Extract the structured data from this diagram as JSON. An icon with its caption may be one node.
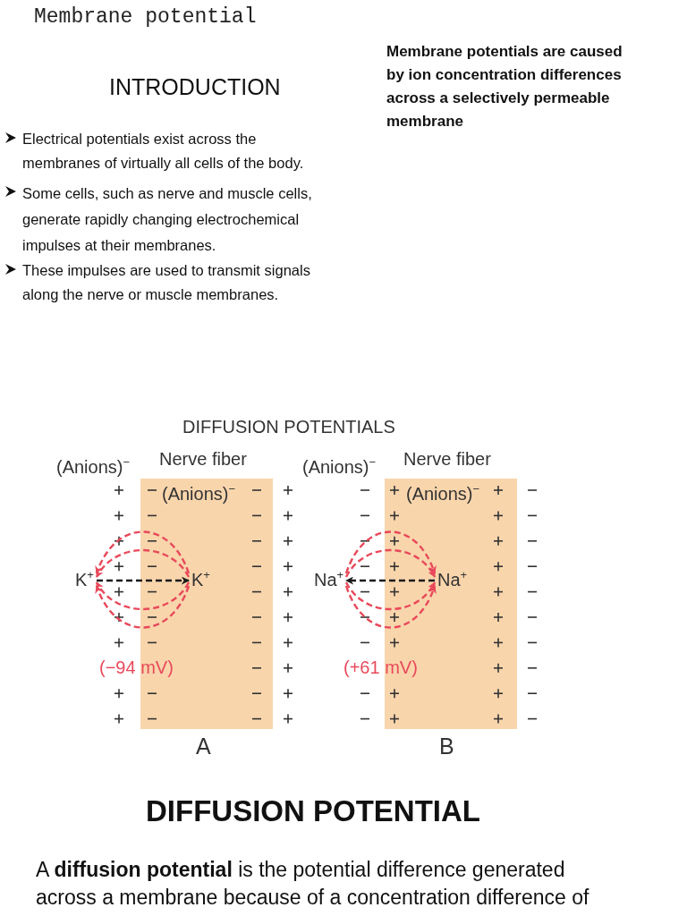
{
  "diagram": {
    "title": "Membrane potential",
    "nodes": [
      {
        "text": [
          "Nerve fiber",
          "(Anions)$^{−}$"
        ]
      },
      {
        "text": [
          "K$^{+}$"
        ]
      },
      {
        "text": [
          "K$^{+}$"
        ],
        "in": 0
      },
      {
        "text": [
          "Nerve fiber",
          "(Anions)$^{−}$"
        ]
      },
      {
        "text": [
          "Na$^{+}$"
        ]
      },
      {
        "text": [
          "Na$^{+}$"
        ],
        "in": 3
      }
    ],
    "edges": [
      {
        "from": 1,
        "to": 2,
        "arrow": "to",
        "style": "dashed",
        "color": "#1a1a1a"
      },
      {
        "from": 2,
        "to": 1,
        "arrow": "to",
        "style": "dashed"
      },
      {
        "from": 2,
        "to": 1,
        "arrow": "to",
        "style": "dashed"
      },
      {
        "from": 2,
        "to": 1,
        "arrow": "to",
        "style": "dashed"
      },
      {
        "from": 2,
        "to": 1,
        "arrow": "to",
        "style": "dashed"
      },
      {
        "from": 5,
        "to": 4,
        "arrow": "to",
        "style": "dashed",
        "color": "#1a1a1a"
      },
      {
        "from": 4,
        "to": 5,
        "arrow": "to",
        "style": "dashed"
      },
      {
        "from": 4,
        "to": 5,
        "arrow": "to",
        "style": "dashed"
      },
      {
        "from": 4,
        "to": 5,
        "arrow": "to",
        "style": "dashed"
      },
      {
        "from": 4,
        "to": 5,
        "arrow": "to",
        "style": "dashed"
      }
    ],
    "labels": [
      "INTRODUCTION",
      "Electrical potentials exist across the membranes of virtually all cells of the body.",
      "Some cells, such as nerve and muscle cells, generate rapidly changing electrochemical impulses at their membranes.",
      "These impulses are used to transmit signals along the nerve or muscle membranes.",
      "Membrane potentials are caused by ion concentration differences across a selectively permeable membrane",
      "DIFFUSION POTENTIALS",
      "(Anions)$^{−}$",
      "(Anions)$^{−}$",
      "(−94 mV)",
      "(+61 mV)",
      "A",
      "B",
      "DIFFUSION POTENTIAL",
      "A **diffusion potential** is the potential difference generated across a membrane because of a concentration difference of"
    ]
  }
}
